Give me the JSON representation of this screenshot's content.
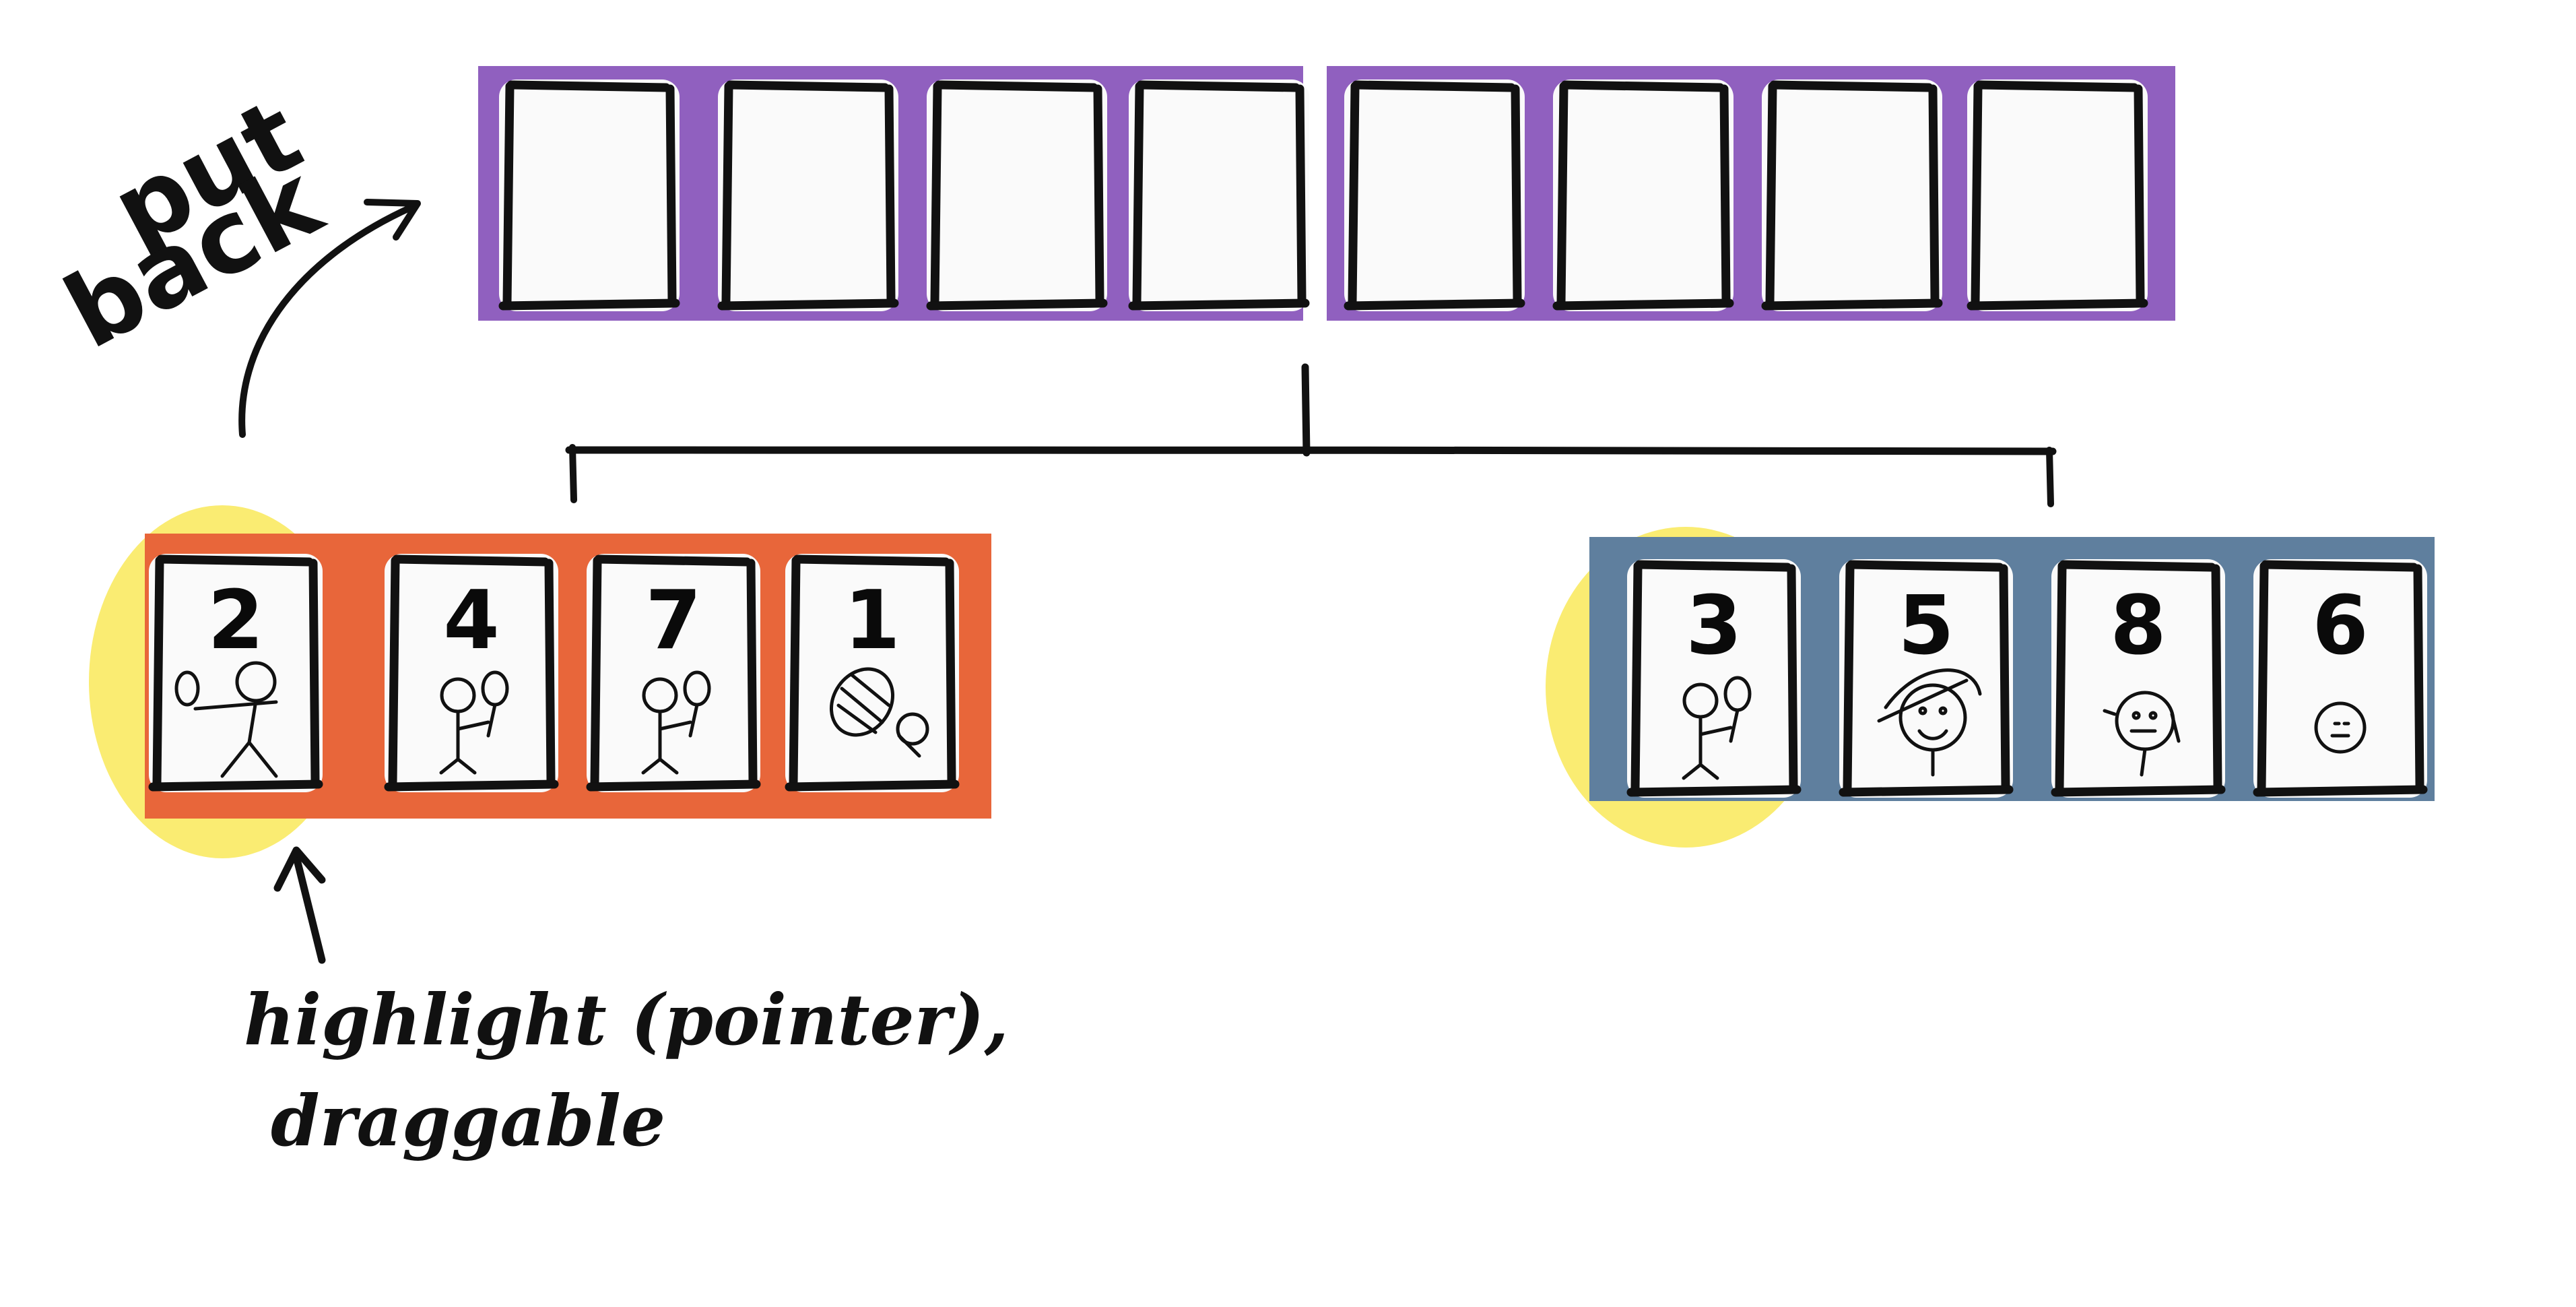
{
  "colors": {
    "merged_array": "#9060bf",
    "left_array": "#e8663a",
    "right_array": "#5f7f9e",
    "highlight": "#faec72",
    "card": "#fafafa",
    "ink": "#111111"
  },
  "merged": {
    "card_count": 8
  },
  "left": {
    "cards": [
      {
        "number": "2",
        "figure": "stick-figure-tall-icon",
        "highlighted": true
      },
      {
        "number": "4",
        "figure": "stick-figure-racket-icon",
        "highlighted": false
      },
      {
        "number": "7",
        "figure": "stick-figure-racket-icon",
        "highlighted": false
      },
      {
        "number": "1",
        "figure": "racket-head-icon",
        "highlighted": false
      }
    ]
  },
  "right": {
    "cards": [
      {
        "number": "3",
        "figure": "stick-figure-racket-icon",
        "highlighted": true
      },
      {
        "number": "5",
        "figure": "face-racket-icon",
        "highlighted": false
      },
      {
        "number": "8",
        "figure": "face-icon",
        "highlighted": false
      },
      {
        "number": "6",
        "figure": "face-small-icon",
        "highlighted": false
      }
    ]
  },
  "annotations": {
    "put_back_line1": "put",
    "put_back_line2": "back",
    "highlight_line1": "highlight (pointer),",
    "highlight_line2": "draggable"
  }
}
